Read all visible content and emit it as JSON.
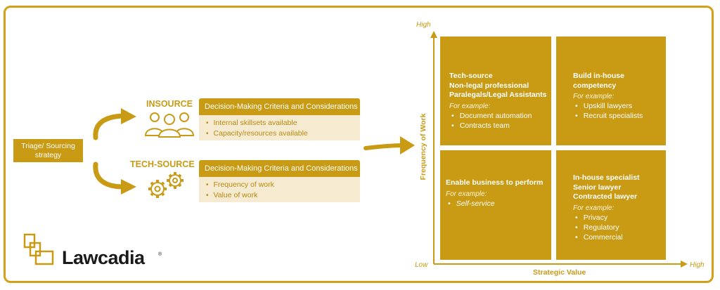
{
  "triage": {
    "text": "Triage/ Sourcing strategy"
  },
  "insource": {
    "title": "INSOURCE",
    "criteria_header": "Decision-Making Criteria and Considerations",
    "items": [
      "Internal skillsets available",
      "Capacity/resources available"
    ]
  },
  "techsource": {
    "title": "TECH-SOURCE",
    "criteria_header": "Decision-Making Criteria and Considerations",
    "items": [
      "Frequency of work",
      "Value of work"
    ]
  },
  "matrix": {
    "y_axis_title": "Frequency of Work",
    "x_axis_title": "Strategic Value",
    "y_high": "High",
    "y_low": "Low",
    "x_high": "High",
    "quadrants": [
      {
        "titles": [
          "Tech-source",
          "Non-legal professional",
          "Paralegals/Legal Assistants"
        ],
        "example_label": "For example:",
        "items": [
          "Document automation",
          "Contracts team"
        ]
      },
      {
        "titles": [
          "Build in-house",
          "competency"
        ],
        "example_label": "For example:",
        "items": [
          "Upskill lawyers",
          "Recruit specialists"
        ]
      },
      {
        "titles": [
          "Enable business to perform"
        ],
        "example_label": "For example:",
        "items": [
          "Self-service"
        ]
      },
      {
        "titles": [
          "In-house specialist",
          "Senior lawyer",
          "Contracted lawyer"
        ],
        "example_label": "For example:",
        "items": [
          "Privacy",
          "Regulatory",
          "Commercial"
        ]
      }
    ]
  },
  "brand": {
    "name": "Lawcadia",
    "registered": "®"
  },
  "colors": {
    "accent": "#c99a14",
    "border": "#d4a017",
    "light": "#f6ead0"
  }
}
